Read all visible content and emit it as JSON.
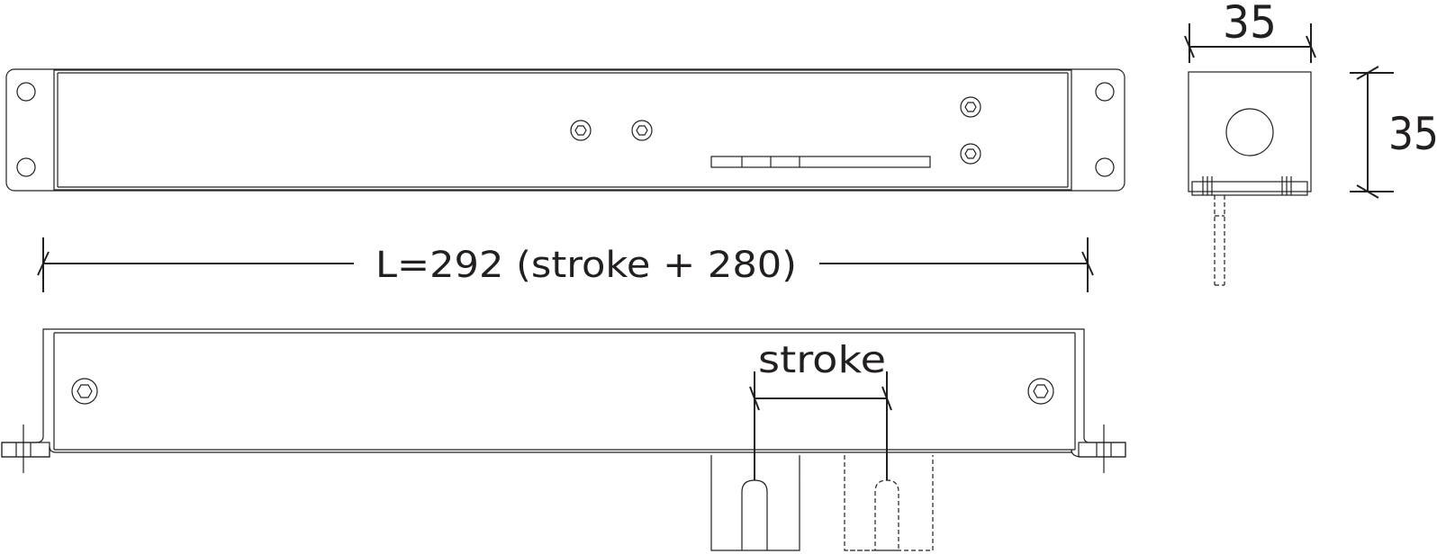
{
  "labels": {
    "length_dim": "L=292 (stroke + 280)",
    "stroke_dim": "stroke",
    "width_dim": "35",
    "height_dim": "35"
  }
}
